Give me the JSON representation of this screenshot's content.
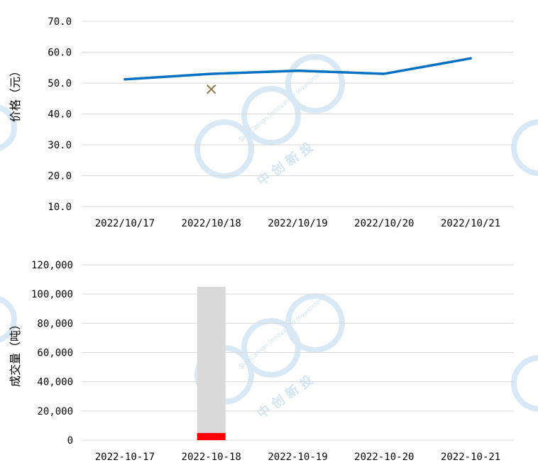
{
  "chart_data": [
    {
      "type": "line",
      "ylabel": "价格（元）",
      "ylim": [
        10,
        70
      ],
      "y_ticks": [
        "70.0",
        "60.0",
        "50.0",
        "40.0",
        "30.0",
        "20.0",
        "10.0"
      ],
      "y_tick_values": [
        70,
        60,
        50,
        40,
        30,
        20,
        10
      ],
      "categories": [
        "2022/10/17",
        "2022/10/18",
        "2022/10/19",
        "2022/10/20",
        "2022/10/21"
      ],
      "series": [
        {
          "values": [
            51.2,
            53.0,
            54.0,
            53.0,
            58.0
          ],
          "color": "#0070c0",
          "marker": "none"
        },
        {
          "values": [
            null,
            48.0,
            null,
            null,
            null
          ],
          "color": "#8c7a4a",
          "marker": "x"
        }
      ],
      "grid": true
    },
    {
      "type": "bar",
      "stacked": true,
      "ylabel": "成交量（吨）",
      "ylim": [
        0,
        120000
      ],
      "y_ticks": [
        "120,000",
        "100,000",
        "80,000",
        "60,000",
        "40,000",
        "20,000",
        "0"
      ],
      "y_tick_values": [
        120000,
        100000,
        80000,
        60000,
        40000,
        20000,
        0
      ],
      "categories": [
        "2022-10-17",
        "2022-10-18",
        "2022-10-19",
        "2022-10-20",
        "2022-10-21"
      ],
      "series": [
        {
          "values": [
            0,
            5000,
            0,
            0,
            0
          ],
          "color": "#ff0000"
        },
        {
          "values": [
            0,
            100000,
            0,
            0,
            0
          ],
          "color": "#d9d9d9"
        }
      ],
      "grid": true
    }
  ],
  "watermark": {
    "text": "SinoCamon Innovation Investment",
    "cn": "中 创 新 投",
    "color": "#cfe3f3"
  }
}
